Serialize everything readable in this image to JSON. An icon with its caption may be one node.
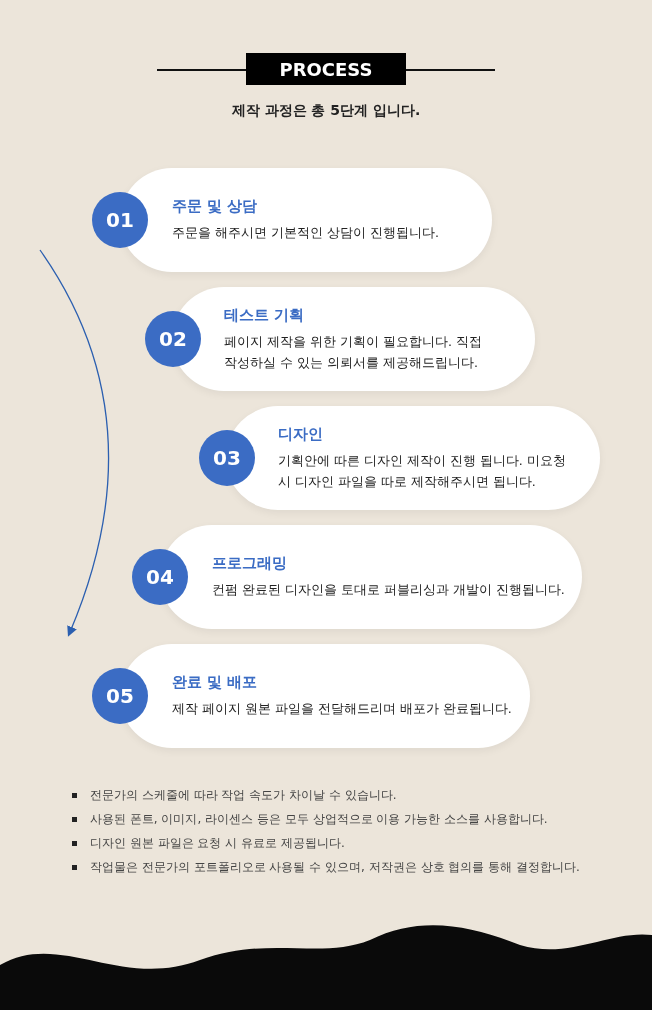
{
  "diagram": {
    "title": "PROCESS",
    "nodes": [
      {
        "text": [
          "01",
          "주문 및 상담",
          "주문을 해주시면 기본적인 상담이 진행됩니다."
        ]
      },
      {
        "text": [
          "02",
          "테스트 기획",
          "페이지 제작을 위한 기획이 필요합니다. 직접 작성하실 수 있는 의뢰서를 제공해드립니다."
        ]
      },
      {
        "text": [
          "03",
          "디자인",
          "기획안에 따른 디자인 제작이 진행 됩니다. 미요청 시 디자인 파일을 따로 제작해주시면 됩니다."
        ]
      },
      {
        "text": [
          "04",
          "프로그래밍",
          "컨펌 완료된 디자인을 토대로 퍼블리싱과 개발이 진행됩니다."
        ]
      },
      {
        "text": [
          "05",
          "완료 및 배포",
          "제작 페이지 원본 파일을 전달해드리며 배포가 완료됩니다."
        ]
      },
      {
        "text": [],
        "shape": "wave"
      }
    ],
    "labels": [
      "제작 과정은 총 5단계 입니다.",
      "전문가의 스케줄에 따라 작업 속도가 차이날 수 있습니다.",
      "사용된 폰트, 이미지, 라이센스 등은 모두 상업적으로 이용 가능한 소스를 사용합니다.",
      "디자인 원본 파일은 요청 시 유료로 제공됩니다.",
      "작업물은 전문가의 포트폴리오로 사용될 수 있으며, 저작권은 상호 협의를 통해 결정합니다."
    ]
  }
}
